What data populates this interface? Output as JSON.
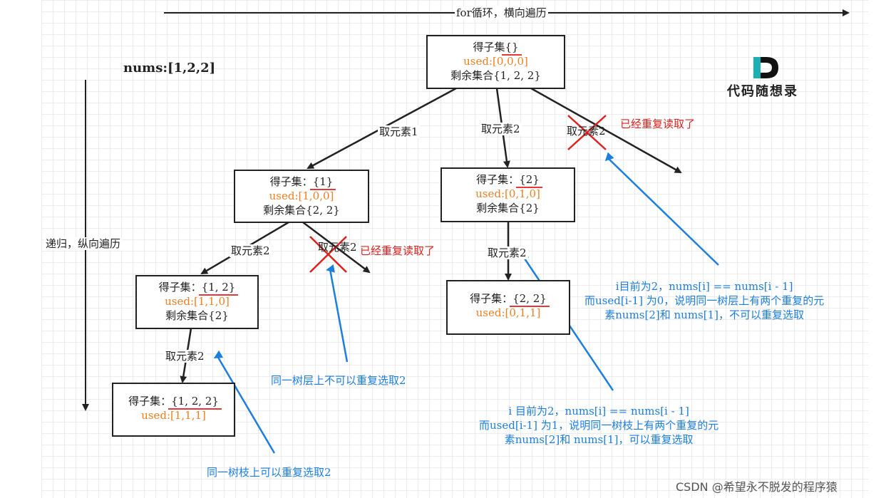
{
  "title_arrow": "for循环，横向遍历",
  "left_label": "递归，纵向遍历",
  "nums_label": "nums:[1,2,2]",
  "nodes": {
    "root": {
      "line1_prefix": "得子集",
      "line1_set": "{}",
      "used": "used:[0,0,0]",
      "rest": "剩余集合{1, 2, 2}"
    },
    "n1": {
      "line1_prefix": "得子集：",
      "line1_set": "{1}",
      "used": "used:[1,0,0]",
      "rest": "剩余集合{2, 2}"
    },
    "n2": {
      "line1_prefix": "得子集：",
      "line1_set": "{2}",
      "used": "used:[0,1,0]",
      "rest": "剩余集合{2}"
    },
    "n12": {
      "line1_prefix": "得子集：",
      "line1_set": "{1, 2}",
      "used": "used:[1,1,0]",
      "rest": "剩余集合{2}"
    },
    "n22": {
      "line1_prefix": "得子集：",
      "line1_set": "{2, 2}",
      "used": "used:[0,1,1]"
    },
    "n122": {
      "line1_prefix": "得子集：",
      "line1_set": "{1, 2, 2}",
      "used": "used:[1,1,1]"
    }
  },
  "edges": {
    "root_take1": "取元素1",
    "root_take2": "取元素2",
    "root_take2_dup": "取元素2",
    "n1_take2": "取元素2",
    "n1_take2_dup": "取元素2",
    "n2_take2": "取元素2",
    "n12_take2": "取元素2"
  },
  "red_notes": {
    "root_dup": "已经重复读取了",
    "n1_dup": "已经重复读取了"
  },
  "blue_notes": {
    "tree_level": "同一树层上不可以重复选取2",
    "tree_branch": "同一树枝上可以重复选取2",
    "level_explain": [
      "i目前为2，nums[i] == nums[i - 1]",
      "而used[i-1] 为0，说明同一树层上有两个重复的元",
      "素nums[2]和 nums[1]，不可以重复选取"
    ],
    "branch_explain": [
      "i 目前为2，nums[i] == nums[i - 1]",
      "而used[i-1] 为1，说明同一树枝上有两个重复的元",
      "素nums[2]和 nums[1]，可以重复选取"
    ]
  },
  "logo_text": "代码随想录",
  "watermark": "CSDN @希望永不脱发的程序猿",
  "colors": {
    "red": "#e0201b",
    "orange": "#f07f1c",
    "blue": "#1a7fe0",
    "line": "#222222"
  }
}
